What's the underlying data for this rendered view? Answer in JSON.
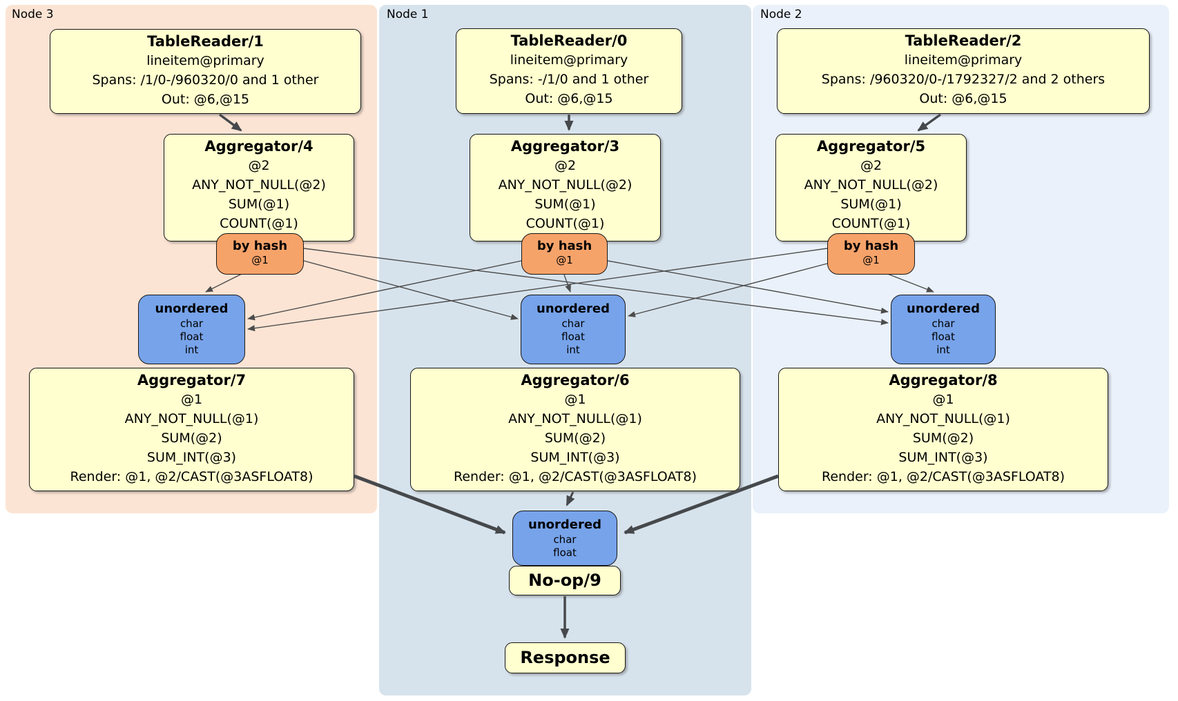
{
  "diagram": {
    "nodes": [
      {
        "label": "Node 3",
        "table_reader": {
          "title": "TableReader/1",
          "lines": [
            "lineitem@primary",
            "Spans: /1/0-/960320/0 and 1 other",
            "Out: @6,@15"
          ]
        },
        "aggregator_top": {
          "title": "Aggregator/4",
          "lines": [
            "@2",
            "ANY_NOT_NULL(@2)",
            "SUM(@1)",
            "COUNT(@1)"
          ]
        },
        "router": {
          "title": "by hash",
          "detail": "@1"
        },
        "sync": {
          "title": "unordered",
          "lines": [
            "char",
            "float",
            "int"
          ]
        },
        "aggregator_bottom": {
          "title": "Aggregator/7",
          "lines": [
            "@1",
            "ANY_NOT_NULL(@1)",
            "SUM(@2)",
            "SUM_INT(@3)",
            "Render: @1, @2/CAST(@3ASFLOAT8)"
          ]
        }
      },
      {
        "label": "Node 1",
        "table_reader": {
          "title": "TableReader/0",
          "lines": [
            "lineitem@primary",
            "Spans: -/1/0 and 1 other",
            "Out: @6,@15"
          ]
        },
        "aggregator_top": {
          "title": "Aggregator/3",
          "lines": [
            "@2",
            "ANY_NOT_NULL(@2)",
            "SUM(@1)",
            "COUNT(@1)"
          ]
        },
        "router": {
          "title": "by hash",
          "detail": "@1"
        },
        "sync": {
          "title": "unordered",
          "lines": [
            "char",
            "float",
            "int"
          ]
        },
        "aggregator_bottom": {
          "title": "Aggregator/6",
          "lines": [
            "@1",
            "ANY_NOT_NULL(@1)",
            "SUM(@2)",
            "SUM_INT(@3)",
            "Render: @1, @2/CAST(@3ASFLOAT8)"
          ]
        }
      },
      {
        "label": "Node 2",
        "table_reader": {
          "title": "TableReader/2",
          "lines": [
            "lineitem@primary",
            "Spans: /960320/0-/1792327/2 and 2 others",
            "Out: @6,@15"
          ]
        },
        "aggregator_top": {
          "title": "Aggregator/5",
          "lines": [
            "@2",
            "ANY_NOT_NULL(@2)",
            "SUM(@1)",
            "COUNT(@1)"
          ]
        },
        "router": {
          "title": "by hash",
          "detail": "@1"
        },
        "sync": {
          "title": "unordered",
          "lines": [
            "char",
            "float",
            "int"
          ]
        },
        "aggregator_bottom": {
          "title": "Aggregator/8",
          "lines": [
            "@1",
            "ANY_NOT_NULL(@1)",
            "SUM(@2)",
            "SUM_INT(@3)",
            "Render: @1, @2/CAST(@3ASFLOAT8)"
          ]
        }
      }
    ],
    "final_stage": {
      "sync": {
        "title": "unordered",
        "lines": [
          "char",
          "float"
        ]
      },
      "noop_label": "No-op/9",
      "response_label": "Response"
    }
  },
  "colors": {
    "region_node3": "#fce4d4",
    "region_node1": "#d7e3ec",
    "region_node2": "#eaf1fa",
    "processor_fill": "#ffffcf",
    "router_fill": "#f6a36a",
    "sync_fill": "#77a3ea",
    "edge": "#46494c"
  }
}
